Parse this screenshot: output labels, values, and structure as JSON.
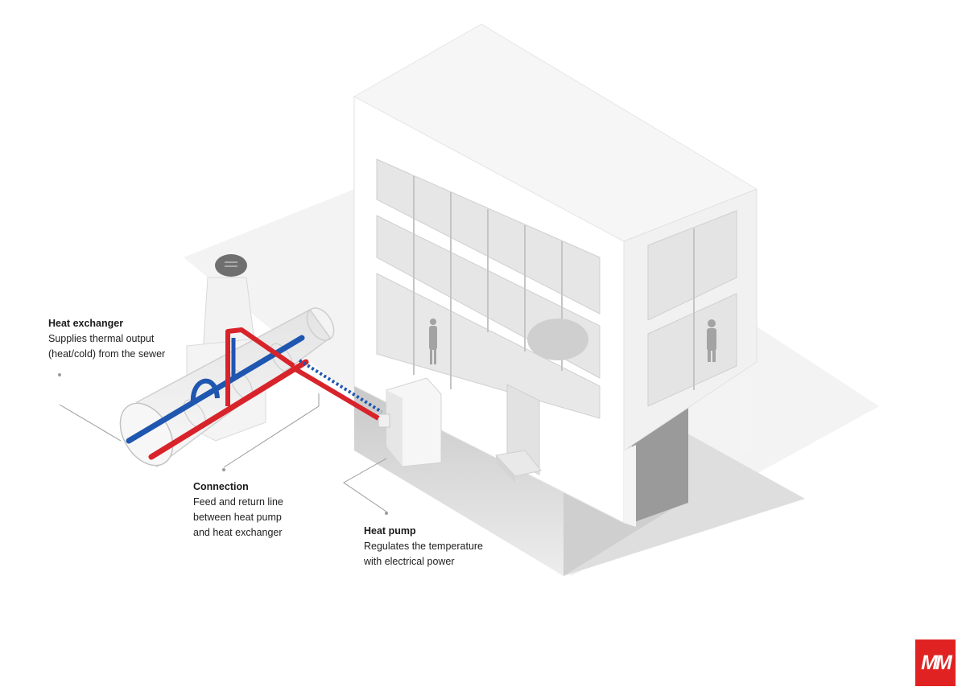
{
  "colors": {
    "feed_line": "#d8232a",
    "return_line": "#1f56b0",
    "logo_bg": "#e02322"
  },
  "labels": {
    "heat_exchanger": {
      "title": "Heat exchanger",
      "lines": [
        "Supplies thermal output",
        "(heat/cold) from the sewer"
      ]
    },
    "connection": {
      "title": "Connection",
      "lines": [
        "Feed and return line",
        "between heat pump",
        "and heat exchanger"
      ]
    },
    "heat_pump": {
      "title": "Heat pump",
      "lines": [
        "Regulates the temperature",
        "with electrical power"
      ]
    }
  },
  "logo": {
    "text": "MM"
  }
}
